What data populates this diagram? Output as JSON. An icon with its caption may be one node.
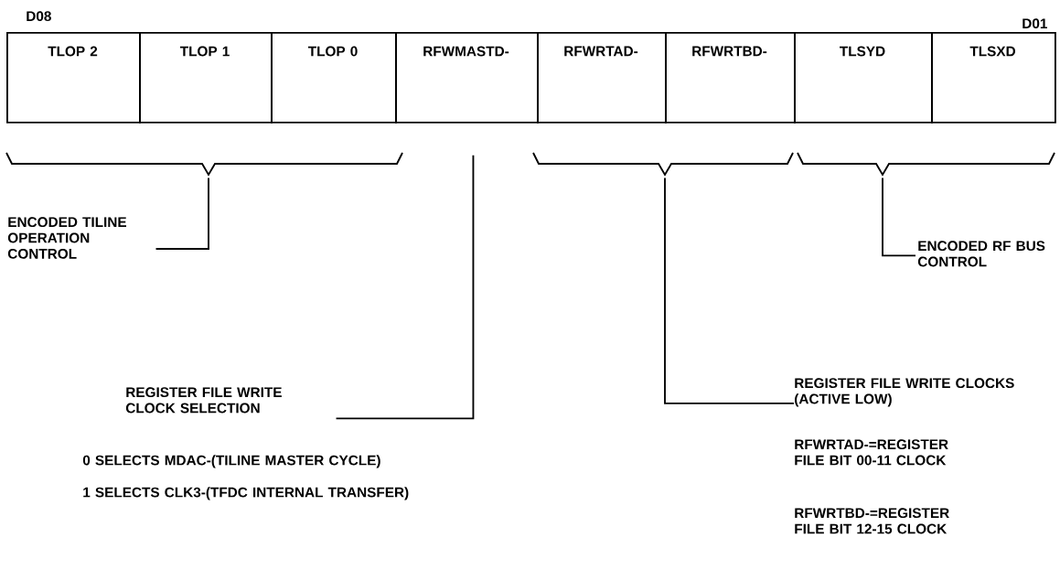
{
  "diagram": {
    "nodes": [
      {
        "text": [
          "TLOP 2"
        ]
      },
      {
        "text": [
          "TLOP 1"
        ]
      },
      {
        "text": [
          "TLOP 0"
        ]
      },
      {
        "text": [
          "RFWMASTD-"
        ]
      },
      {
        "text": [
          "RFWRTAD-"
        ]
      },
      {
        "text": [
          "RFWRTBD-"
        ]
      },
      {
        "text": [
          "TLSYD"
        ]
      },
      {
        "text": [
          "TLSXD"
        ]
      },
      {
        "text": [],
        "shape": "brace"
      },
      {
        "text": [],
        "shape": "brace"
      },
      {
        "text": [],
        "shape": "brace"
      },
      {
        "text": [
          "ENCODED TILINE OPERATION CONTROL"
        ]
      },
      {
        "text": [
          "ENCODED RF BUS CONTROL"
        ]
      },
      {
        "text": [
          "REGISTER FILE WRITE CLOCKS (ACTIVE LOW)"
        ]
      },
      {
        "text": [
          "REGISTER FILE WRITE CLOCK SELECTION"
        ]
      }
    ],
    "edges": [
      {
        "from": 11,
        "to": 8,
        "arrow": "none"
      },
      {
        "from": 14,
        "to": 3,
        "arrow": "none"
      },
      {
        "from": 13,
        "to": 9,
        "arrow": "none"
      },
      {
        "from": 12,
        "to": 10,
        "arrow": "none"
      }
    ],
    "labels": [
      "D08",
      "D01",
      "0 SELECTS MDAC-(TILINE MASTER CYCLE)",
      "1 SELECTS CLK3-(TFDC INTERNAL TRANSFER)",
      "RFWRTAD-=REGISTER FILE BIT 00-11 CLOCK",
      "RFWRTBD-=REGISTER FILE BIT 12-15 CLOCK"
    ]
  }
}
